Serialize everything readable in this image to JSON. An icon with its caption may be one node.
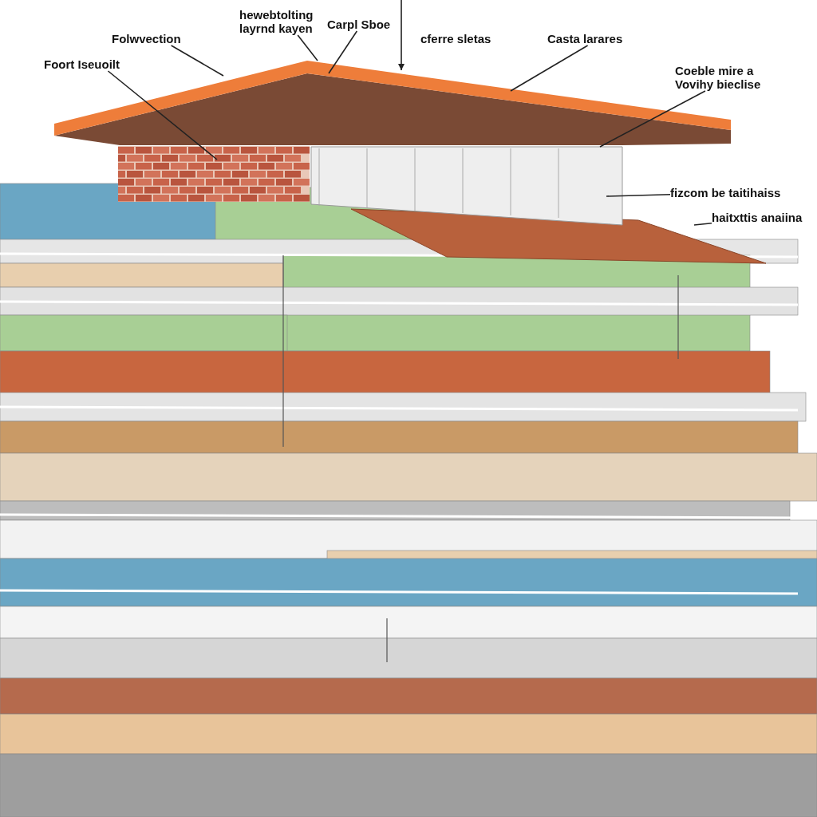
{
  "diagram": {
    "nodes": [
      {
        "text": [
          "Foort Iseuoilt"
        ]
      },
      {
        "text": [
          "Folwvection"
        ]
      },
      {
        "text": [
          "hewebtolting layrnd kayen"
        ]
      },
      {
        "text": [
          "Carpl Sboe"
        ]
      },
      {
        "text": [
          "Casta larares"
        ]
      },
      {
        "text": [
          "Coeble mire a Vovihy bieclise"
        ]
      },
      {
        "text": [
          "fizcom be taitihaiss"
        ]
      },
      {
        "text": [
          "haitxttis anaiina"
        ]
      },
      {
        "text": [],
        "shape": "picture"
      },
      {
        "text": [],
        "shape": "picture"
      },
      {
        "text": [],
        "shape": "picture"
      },
      {
        "text": [],
        "shape": "picture"
      }
    ],
    "edges": [
      {
        "from": 0,
        "to": 8,
        "arrow": "none"
      },
      {
        "from": 1,
        "to": 9,
        "arrow": "none"
      },
      {
        "from": 2,
        "to": 9,
        "arrow": "none"
      },
      {
        "from": 3,
        "to": 9,
        "arrow": "none"
      },
      {
        "from": null,
        "to": 9,
        "arrow": "to"
      },
      {
        "from": 4,
        "to": 9,
        "arrow": "none"
      },
      {
        "from": 5,
        "to": 10,
        "arrow": "none"
      },
      {
        "from": 6,
        "to": 10,
        "arrow": "none"
      },
      {
        "from": 7,
        "to": null,
        "arrow": "none"
      }
    ],
    "labels": [
      "cferre sletas"
    ]
  }
}
